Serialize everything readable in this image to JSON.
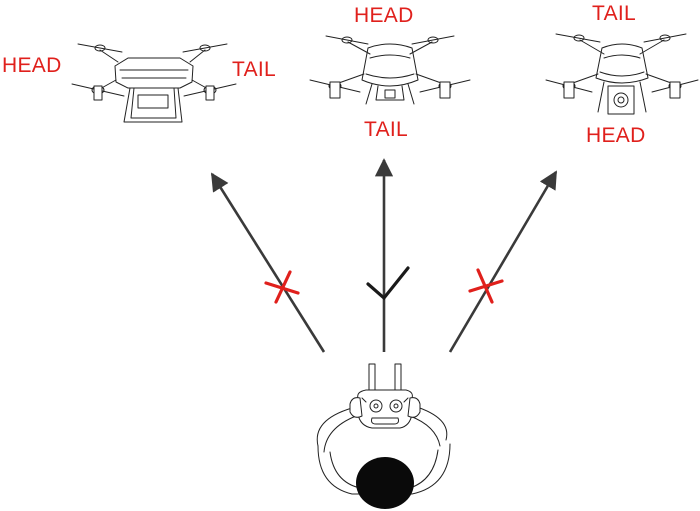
{
  "drones": [
    {
      "orientation": "head-left-tail-right",
      "head_label": "HEAD",
      "tail_label": "TAIL",
      "verdict": "incorrect"
    },
    {
      "orientation": "head-away-tail-toward",
      "head_label": "HEAD",
      "tail_label": "TAIL",
      "verdict": "correct"
    },
    {
      "orientation": "tail-away-head-toward",
      "head_label": "HEAD",
      "tail_label": "TAIL",
      "verdict": "incorrect"
    }
  ],
  "colors": {
    "label": "#e0201c",
    "wrong_mark": "#e0201c",
    "right_mark": "#1a1a1a",
    "arrow": "#3a3a3a",
    "head": "#0a0a0a"
  },
  "icons": {
    "wrong": "cross-icon",
    "right": "check-icon",
    "pilot": "pilot-with-controller-icon"
  }
}
